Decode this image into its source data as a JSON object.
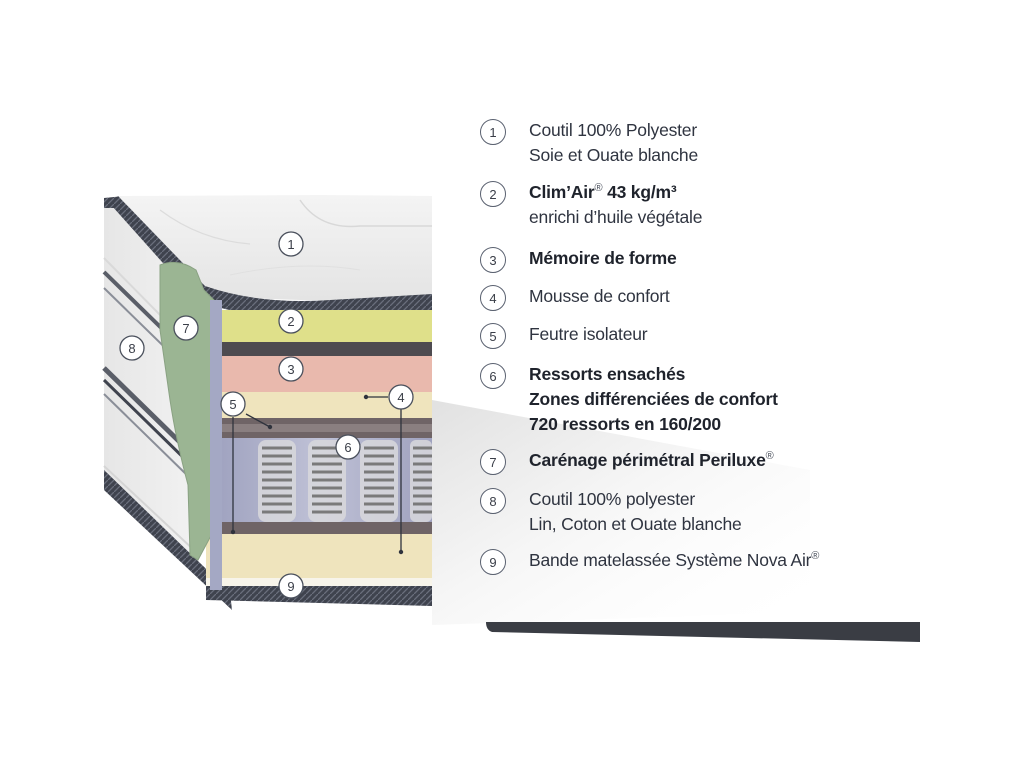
{
  "diagram": {
    "callouts": [
      "1",
      "2",
      "3",
      "4",
      "5",
      "6",
      "7",
      "8",
      "9"
    ]
  },
  "legend": {
    "items": [
      {
        "number": "1",
        "lines": [
          {
            "text": "Coutil 100% Polyester",
            "bold": false
          },
          {
            "text": "Soie et Ouate blanche",
            "bold": false
          }
        ]
      },
      {
        "number": "2",
        "lines": [
          {
            "text": "Clim’Air",
            "bold": true,
            "suffix": "®",
            "tail": " 43 kg/m³"
          },
          {
            "text": "enrichi d’huile végétale",
            "bold": false
          }
        ]
      },
      {
        "number": "3",
        "lines": [
          {
            "text": "Mémoire de forme",
            "bold": true
          }
        ]
      },
      {
        "number": "4",
        "lines": [
          {
            "text": "Mousse de confort",
            "bold": false
          }
        ]
      },
      {
        "number": "5",
        "lines": [
          {
            "text": "Feutre isolateur",
            "bold": false
          }
        ]
      },
      {
        "number": "6",
        "lines": [
          {
            "text": "Ressorts ensachés",
            "bold": true
          },
          {
            "text": "Zones différenciées de confort",
            "bold": true
          },
          {
            "text": "720 ressorts en 160/200",
            "bold": true
          }
        ]
      },
      {
        "number": "7",
        "lines": [
          {
            "text": "Carénage périmétral Periluxe",
            "bold": true,
            "suffix": "®"
          }
        ]
      },
      {
        "number": "8",
        "lines": [
          {
            "text": "Coutil 100% polyester",
            "bold": false
          },
          {
            "text": "Lin, Coton et Ouate blanche",
            "bold": false
          }
        ]
      },
      {
        "number": "9",
        "lines": [
          {
            "text": "Bande matelassée Système Nova Air",
            "bold": false,
            "suffix": "®"
          }
        ]
      }
    ]
  },
  "colors": {
    "layer_climair": "#dfe08a",
    "layer_memory": "#e9b9ad",
    "layer_comfort": "#efe4bd",
    "layer_felt": "#6f6466",
    "layer_springs_bg": "#a3a6c2",
    "layer_perimeter": "#9bb593",
    "border_tape": "#3d414c",
    "accent_bar": "#3a3d44"
  }
}
